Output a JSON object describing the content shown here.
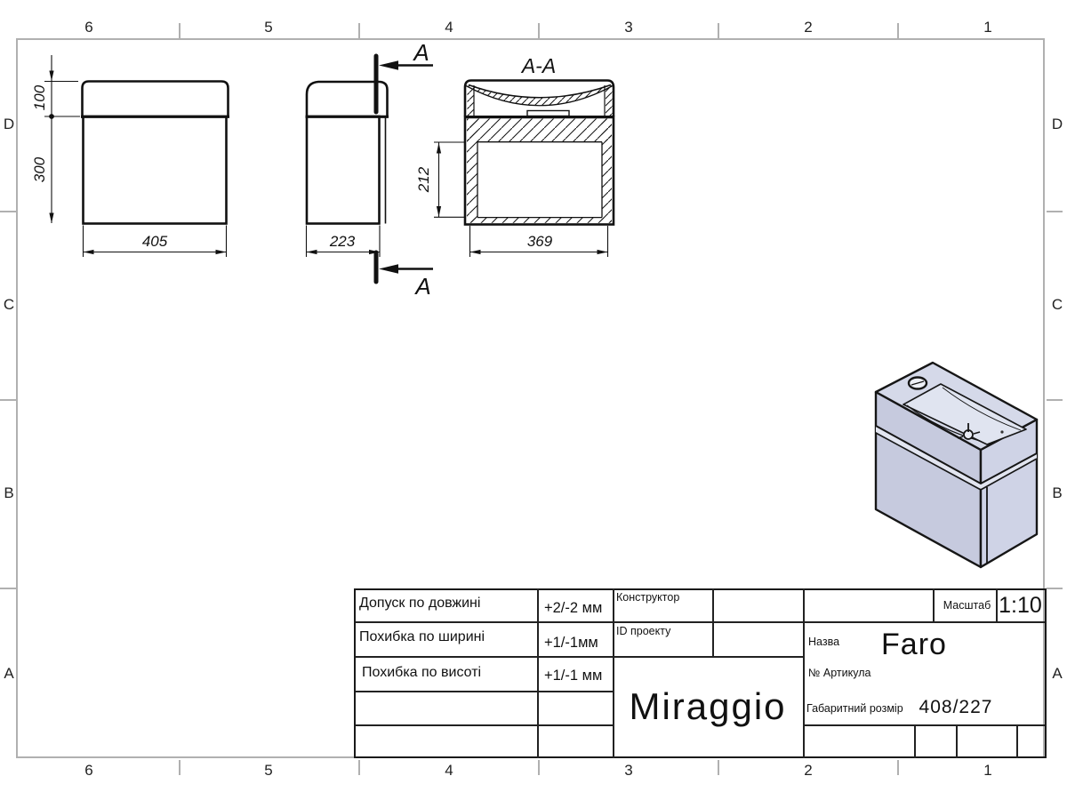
{
  "frame": {
    "columns": [
      "6",
      "5",
      "4",
      "3",
      "2",
      "1"
    ],
    "rows": [
      "D",
      "C",
      "B",
      "A"
    ]
  },
  "views": {
    "front": {
      "h_top": "100",
      "h_bottom": "300",
      "width_dim": "405"
    },
    "side": {
      "depth_dim": "223",
      "cut_label": "A"
    },
    "section": {
      "title": "A-A",
      "inner_height": "212",
      "inner_width": "369"
    }
  },
  "title_block": {
    "tolerances": [
      {
        "label": "Допуск по довжині",
        "value": "+2/-2 мм"
      },
      {
        "label": "Похибка по ширині",
        "value": "+1/-1мм"
      },
      {
        "label": "Похибка по висоті",
        "value": "+1/-1 мм"
      }
    ],
    "designer_label": "Конструктор",
    "project_id_label": "ID проекту",
    "brand": "Miraggio",
    "name_label": "Назва",
    "name_value": "Faro",
    "article_label": "№  Артикула",
    "overall_label": "Габаритний розмір",
    "overall_value": "408/227",
    "scale_label": "Масштаб",
    "scale_value": "1:10"
  },
  "colors": {
    "line": "#111111",
    "frame": "#b0b0b0",
    "iso_top": "#d5d9e9",
    "iso_left": "#c6cade",
    "iso_right": "#cfd3e6",
    "iso_basin": "#e0e4f0"
  }
}
